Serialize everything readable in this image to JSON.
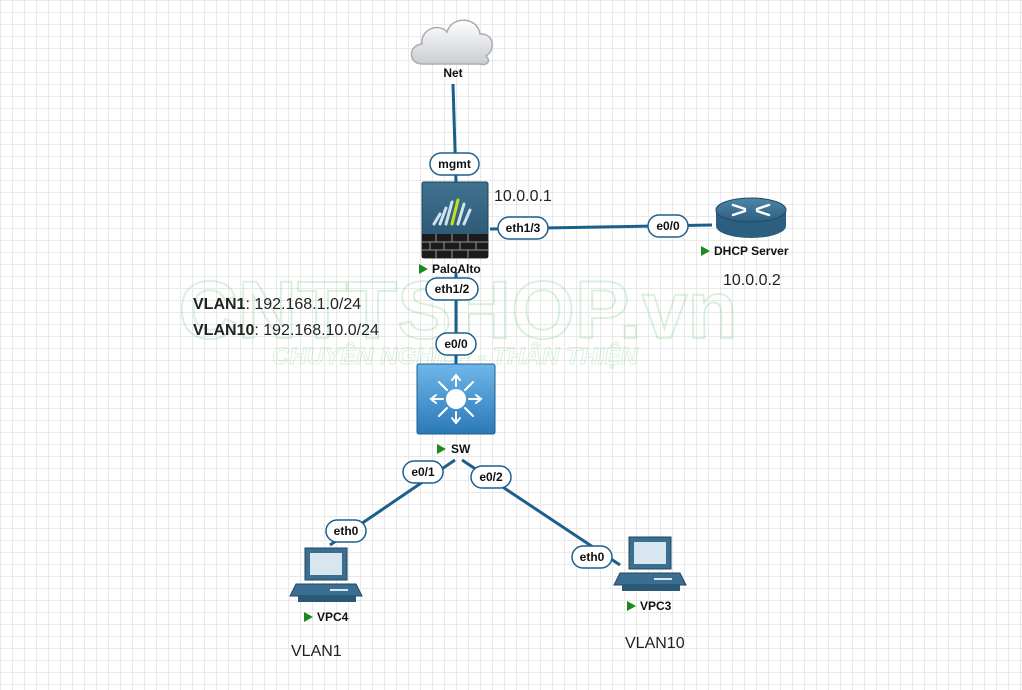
{
  "nodes": {
    "net": "Net",
    "paloalto": "PaloAlto",
    "dhcp": "DHCP Server",
    "sw": "SW",
    "vpc4": "VPC4",
    "vpc3": "VPC3"
  },
  "ports": {
    "mgmt": "mgmt",
    "eth13": "eth1/3",
    "dhcp_e00": "e0/0",
    "eth12": "eth1/2",
    "sw_e00": "e0/0",
    "e01": "e0/1",
    "e02": "e0/2",
    "vpc4_eth0": "eth0",
    "vpc3_eth0": "eth0"
  },
  "annotations": {
    "palo_ip": "10.0.0.1",
    "dhcp_ip": "10.0.0.2",
    "vlan1_name": "VLAN1",
    "vlan1_subnet": ": 192.168.1.0/24",
    "vlan10_name": "VLAN10",
    "vlan10_subnet": ": 192.168.10.0/24",
    "vpc4_vlan": "VLAN1",
    "vpc3_vlan": "VLAN10"
  },
  "watermark": {
    "brand": "CNTTSHOP.vn",
    "slogan": "CHUYÊN NGHIỆP - THÂN THIỆN"
  },
  "colors": {
    "link": "#1d5f8c",
    "status_running": "#1e8a1e",
    "device_blue": "#2a79b8"
  }
}
